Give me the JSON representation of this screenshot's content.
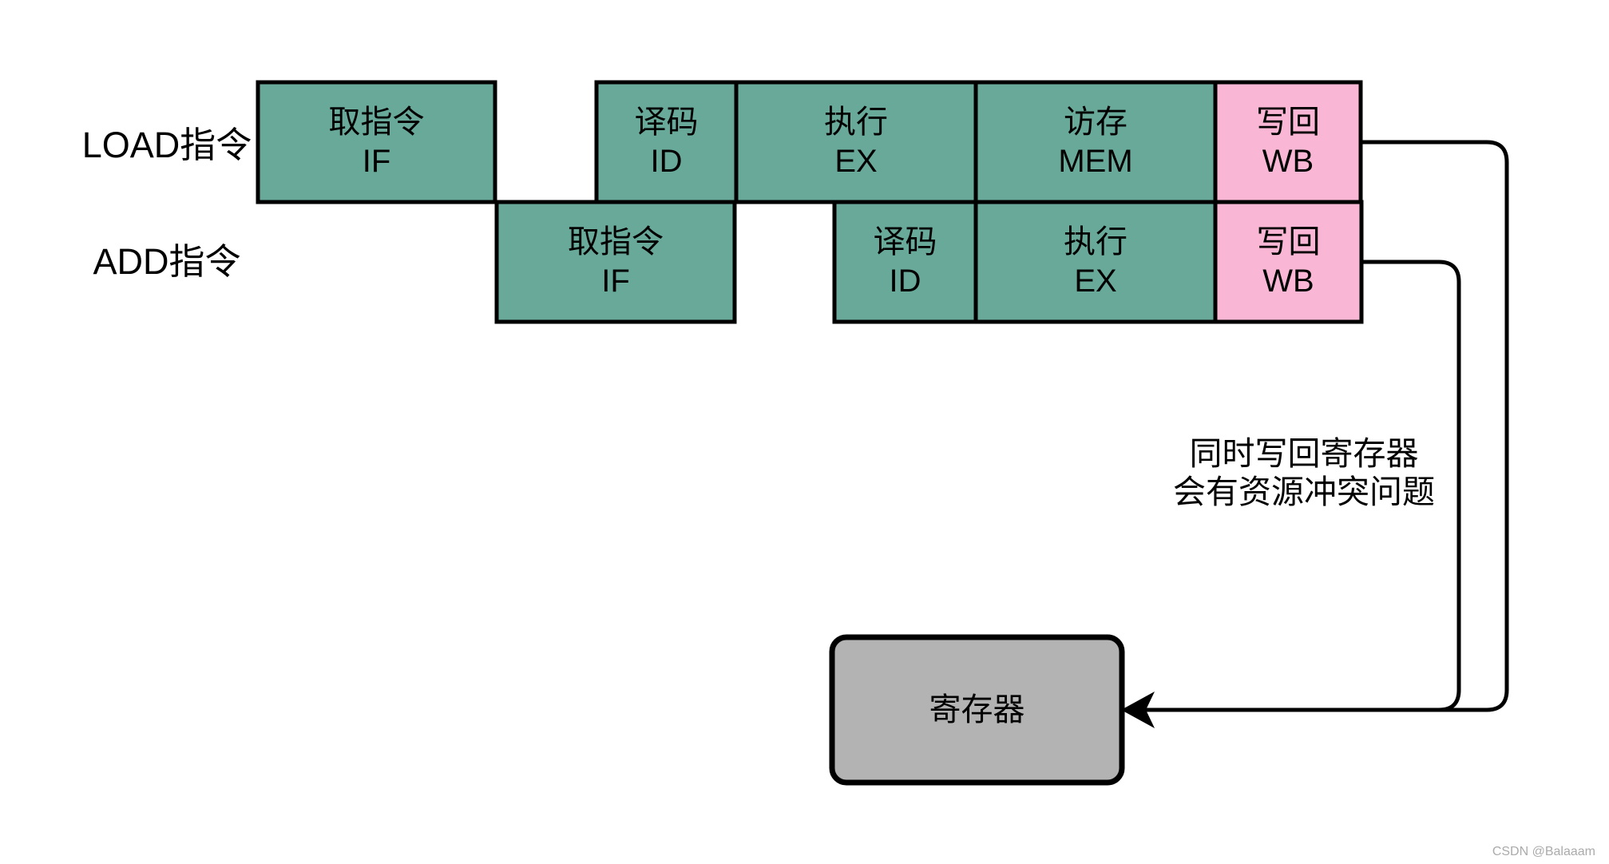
{
  "rows": [
    {
      "label": "LOAD指令",
      "stages": [
        {
          "zh": "取指令",
          "en": "IF"
        },
        {
          "zh": "译码",
          "en": "ID"
        },
        {
          "zh": "执行",
          "en": "EX"
        },
        {
          "zh": "访存",
          "en": "MEM"
        },
        {
          "zh": "写回",
          "en": "WB"
        }
      ]
    },
    {
      "label": "ADD指令",
      "stages": [
        {
          "zh": "取指令",
          "en": "IF"
        },
        {
          "zh": "译码",
          "en": "ID"
        },
        {
          "zh": "执行",
          "en": "EX"
        },
        {
          "zh": "写回",
          "en": "WB"
        }
      ]
    }
  ],
  "annotation": {
    "line1": "同时写回寄存器",
    "line2": "会有资源冲突问题"
  },
  "register": {
    "label": "寄存器"
  },
  "watermark": "CSDN @Balaaam",
  "colors": {
    "stage_fill": "#68A99A",
    "writeback_fill": "#FAB7D5",
    "register_fill": "#B3B3B3",
    "line_color": "#000000",
    "watermark_color": "#ABABAB"
  }
}
